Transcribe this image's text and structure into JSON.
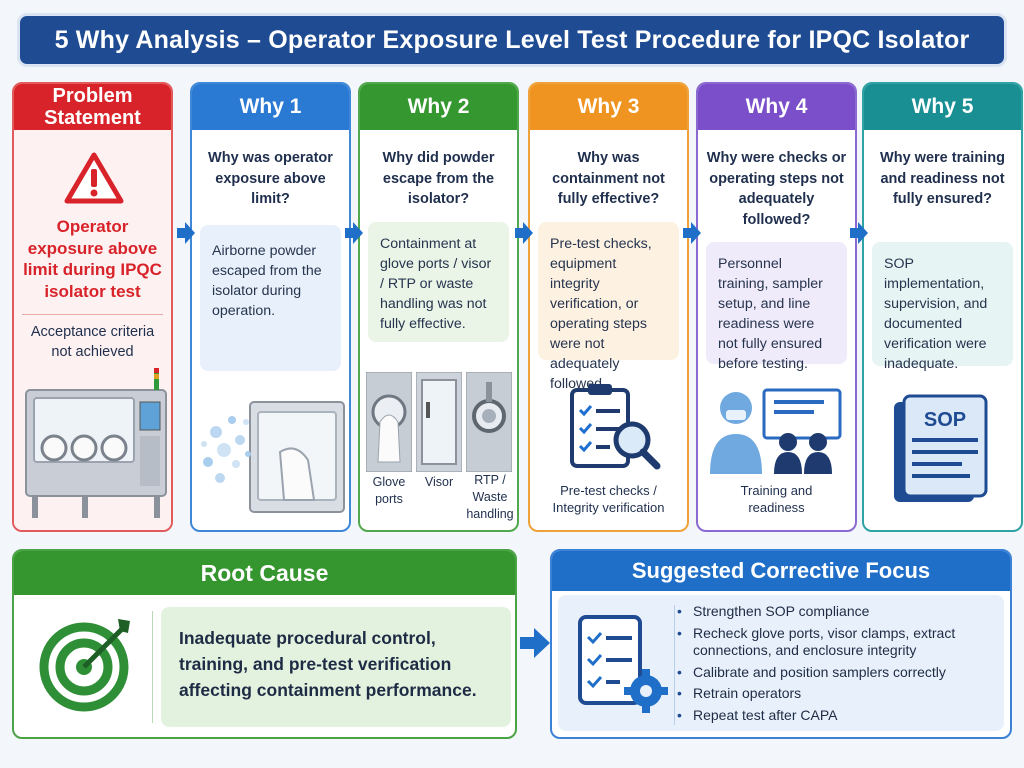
{
  "title": "5 Why Analysis – Operator Exposure Level Test Procedure for IPQC Isolator",
  "problem": {
    "header": "Problem Statement",
    "statement": "Operator exposure above limit during IPQC isolator test",
    "note": "Acceptance criteria not achieved"
  },
  "whys": [
    {
      "header": "Why 1",
      "question": "Why was operator exposure above limit?",
      "answer": "Airborne powder escaped from the isolator during operation."
    },
    {
      "header": "Why 2",
      "question": "Why did powder escape from the isolator?",
      "answer": "Containment at glove ports / visor / RTP or waste handling was not fully effective.",
      "captions": [
        "Glove ports",
        "Visor",
        "RTP / Waste handling"
      ]
    },
    {
      "header": "Why 3",
      "question": "Why was containment not fully effective?",
      "answer": "Pre-test checks, equipment integrity verification, or operating steps were not adequately followed.",
      "caption": "Pre-test checks / Integrity verification"
    },
    {
      "header": "Why 4",
      "question": "Why were checks or operating steps not adequately followed?",
      "answer": "Personnel training, sampler setup, and line readiness were not fully ensured before testing.",
      "caption": "Training and readiness"
    },
    {
      "header": "Why 5",
      "question": "Why were training and readiness not fully ensured?",
      "answer": "SOP implementation, supervision, and documented verification were inadequate.",
      "book_label": "SOP"
    }
  ],
  "root_cause": {
    "header": "Root Cause",
    "text": "Inadequate procedural control, training, and pre-test verification affecting containment performance."
  },
  "corrective": {
    "header": "Suggested Corrective Focus",
    "items": [
      "Strengthen SOP compliance",
      "Recheck glove ports, visor clamps, extract connections, and enclosure integrity",
      "Calibrate and position samplers correctly",
      "Retrain operators",
      "Repeat test after CAPA"
    ]
  },
  "colors": {
    "title": "#1f4b93",
    "problem": "#d8232a",
    "why1": "#2a7ad3",
    "why2": "#34972f",
    "why3": "#ef9420",
    "why4": "#7a4fc9",
    "why5": "#198f93",
    "root": "#35952f",
    "corrective": "#1f6fc9"
  },
  "icons": [
    "warning-icon",
    "isolator-image",
    "powder-escape-image",
    "glove-port-image",
    "visor-image",
    "rtp-image",
    "checklist-magnifier-icon",
    "operator-training-icon",
    "sop-book-icon",
    "target-arrow-icon",
    "checklist-gear-icon",
    "arrow-right-icon"
  ]
}
